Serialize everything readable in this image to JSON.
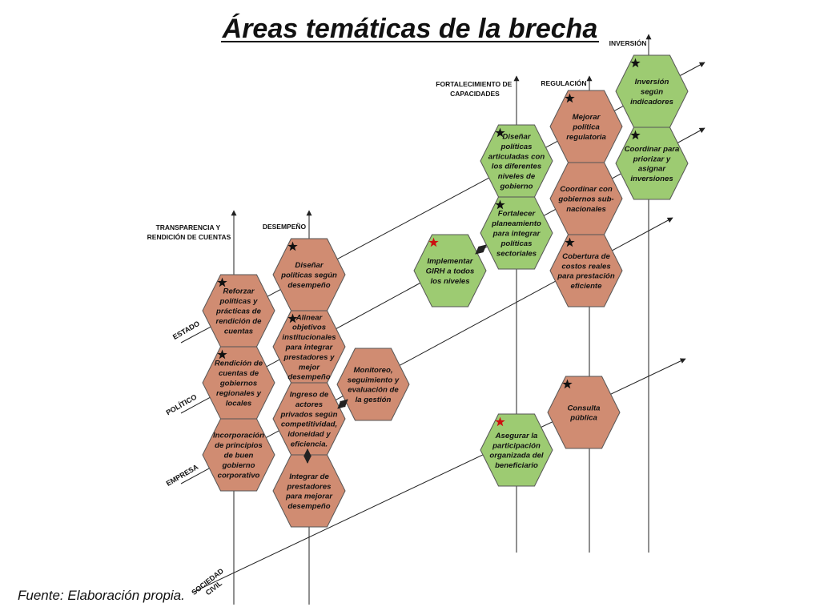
{
  "title": "Áreas temáticas de la brecha",
  "source": "Fuente: Elaboración propia.",
  "colors": {
    "red_hex": "#d08c72",
    "green_hex": "#9dcb72",
    "star_black": "#111111",
    "star_red": "#cc1111"
  },
  "axes": [
    {
      "id": "transparencia",
      "lines": [
        "TRANSPARENCIA Y",
        "RENDICIÓN DE CUENTAS"
      ]
    },
    {
      "id": "desempeno",
      "lines": [
        "DESEMPEÑO"
      ]
    },
    {
      "id": "fortalecimiento",
      "lines": [
        "FORTALECIMIENTO DE",
        "CAPACIDADES"
      ]
    },
    {
      "id": "regulacion",
      "lines": [
        "REGULACIÓN"
      ]
    },
    {
      "id": "inversion",
      "lines": [
        "INVERSIÓN"
      ]
    }
  ],
  "rows": [
    {
      "id": "estado",
      "lines": [
        "ESTADO"
      ]
    },
    {
      "id": "politico",
      "lines": [
        "POLÍTICO"
      ]
    },
    {
      "id": "empresa",
      "lines": [
        "EMPRESA"
      ]
    },
    {
      "id": "sociedad",
      "lines": [
        "SOCIEDAD",
        "CIVIL"
      ]
    }
  ],
  "hexagons": [
    {
      "id": "disenar-politicas-desempeno",
      "color": "red",
      "star": "black",
      "lines": [
        "Diseñar",
        "políticas según",
        "desempeño"
      ]
    },
    {
      "id": "reforzar-politicas",
      "color": "red",
      "star": "black",
      "lines": [
        "Reforzar",
        "políticas y",
        "prácticas de",
        "rendición de",
        "cuentas"
      ]
    },
    {
      "id": "alinear-objetivos",
      "color": "red",
      "star": "black",
      "lines": [
        "Alinear",
        "objetivos",
        "institucionales",
        "para integrar",
        "prestadores y",
        "mejor",
        "desempeño"
      ]
    },
    {
      "id": "rendicion-cuentas",
      "color": "red",
      "star": "black",
      "lines": [
        "Rendición de",
        "cuentas de",
        "gobiernos",
        "regionales y",
        "locales"
      ]
    },
    {
      "id": "monitoreo",
      "color": "red",
      "star": "none",
      "lines": [
        "Monitoreo,",
        "seguimiento y",
        "evaluación de",
        "la gestión"
      ]
    },
    {
      "id": "ingreso-actores",
      "color": "red",
      "star": "none",
      "lines": [
        "Ingreso de",
        "actores",
        "privados según",
        "competitividad,",
        "idoneidad y",
        "eficiencia."
      ]
    },
    {
      "id": "incorporacion-principios",
      "color": "red",
      "star": "none",
      "lines": [
        "Incorporación",
        "de principios",
        "de buen",
        "gobierno",
        "corporativo"
      ]
    },
    {
      "id": "integrar-prestadores",
      "color": "red",
      "star": "none",
      "lines": [
        "Integrar de",
        "prestadores",
        "para mejorar",
        "desempeño"
      ]
    },
    {
      "id": "inversion-indicadores",
      "color": "green",
      "star": "black",
      "lines": [
        "Inversión",
        "según",
        "indicadores"
      ]
    },
    {
      "id": "mejorar-politica",
      "color": "red",
      "star": "black",
      "lines": [
        "Mejorar",
        "política",
        "regulatoria"
      ]
    },
    {
      "id": "coordinar-priorizar",
      "color": "green",
      "star": "black",
      "lines": [
        "Coordinar para",
        "priorizar y",
        "asignar",
        "inversiones"
      ]
    },
    {
      "id": "disenar-politicas-articuladas",
      "color": "green",
      "star": "black",
      "lines": [
        "Diseñar",
        "políticas",
        "articuladas con",
        "los diferentes",
        "niveles de",
        "gobierno"
      ]
    },
    {
      "id": "coordinar-gobiernos",
      "color": "red",
      "star": "none",
      "lines": [
        "Coordinar con",
        "gobiernos sub-",
        "nacionales"
      ]
    },
    {
      "id": "fortalecer-planeamiento",
      "color": "green",
      "star": "black",
      "lines": [
        "Fortalecer",
        "planeamiento",
        "para integrar",
        "políticas",
        "sectoriales"
      ]
    },
    {
      "id": "implementar-girh",
      "color": "green",
      "star": "red",
      "lines": [
        "Implementar",
        "GIRH a todos",
        "los niveles"
      ]
    },
    {
      "id": "cobertura-costos",
      "color": "red",
      "star": "black",
      "lines": [
        "Cobertura de",
        "costos reales",
        "para prestación",
        "eficiente"
      ]
    },
    {
      "id": "consulta-publica",
      "color": "red",
      "star": "black",
      "lines": [
        "Consulta",
        "pública"
      ]
    },
    {
      "id": "asegurar-participacion",
      "color": "green",
      "star": "red",
      "lines": [
        "Asegurar la",
        "participación",
        "organizada del",
        "beneficiario"
      ]
    }
  ]
}
